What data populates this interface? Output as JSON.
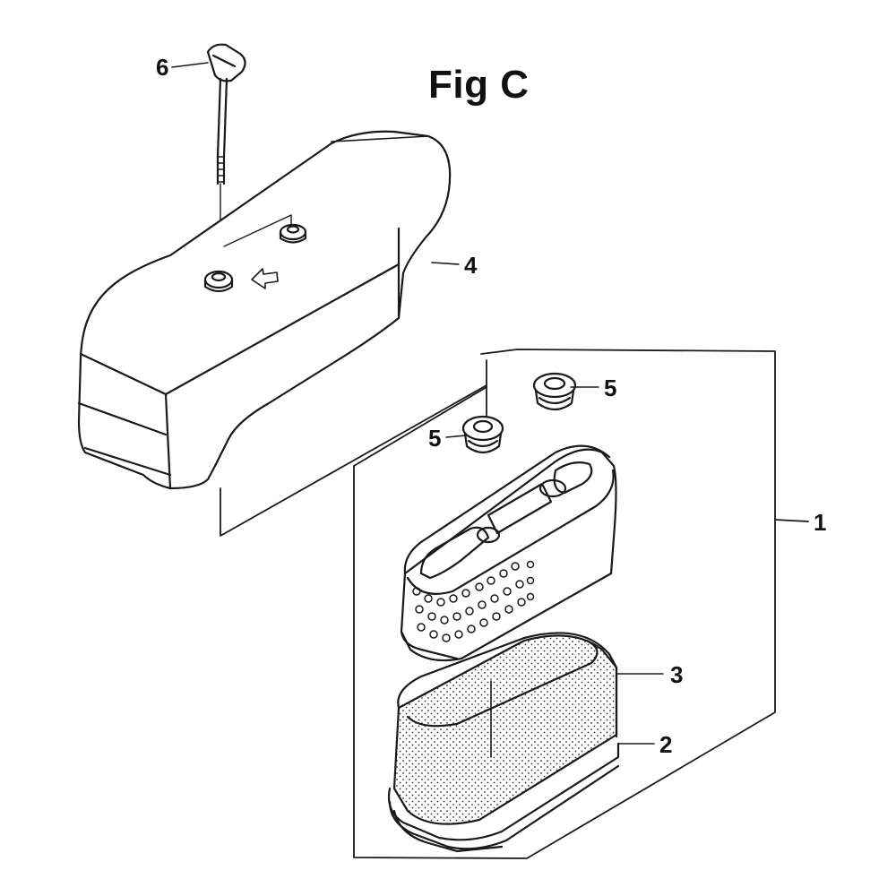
{
  "figure": {
    "title": "Fig C"
  },
  "callouts": {
    "c1": "1",
    "c2": "2",
    "c3": "3",
    "c4": "4",
    "c5a": "5",
    "c5b": "5",
    "c6": "6"
  },
  "colors": {
    "line": "#1a1a1a",
    "background": "#ffffff"
  }
}
